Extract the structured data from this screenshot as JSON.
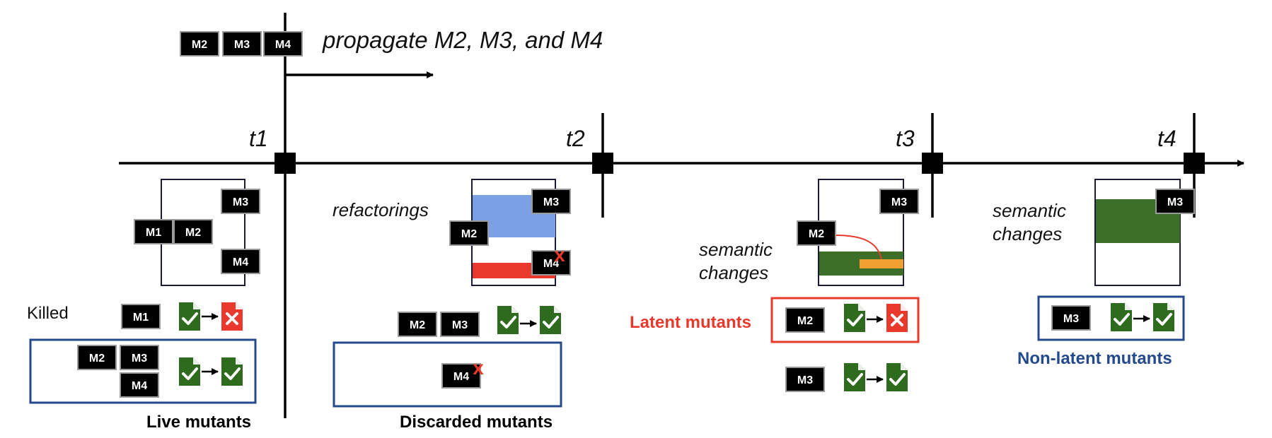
{
  "header": {
    "propagate_text": "propagate M2, M3, and M4"
  },
  "time_labels": [
    "t1",
    "t2",
    "t3",
    "t4"
  ],
  "mutants": {
    "m1": "M1",
    "m2": "M2",
    "m3": "M3",
    "m4": "M4"
  },
  "annotations": {
    "refactorings": "refactorings",
    "semantic_changes_1": "semantic",
    "semantic_changes_2": "changes",
    "killed": "Killed",
    "discard_mark": "x"
  },
  "groups": {
    "live": "Live mutants",
    "discarded": "Discarded mutants",
    "latent": "Latent mutants",
    "non_latent": "Non-latent mutants"
  },
  "colors": {
    "test_pass": "#2e6b1f",
    "test_fail": "#e8392c",
    "latent": "#e8392c",
    "non_latent": "#234a8c",
    "refactor_blue": "#7ba0e4",
    "semantic_green": "#3d6e28",
    "semantic_orange": "#f0a030"
  }
}
